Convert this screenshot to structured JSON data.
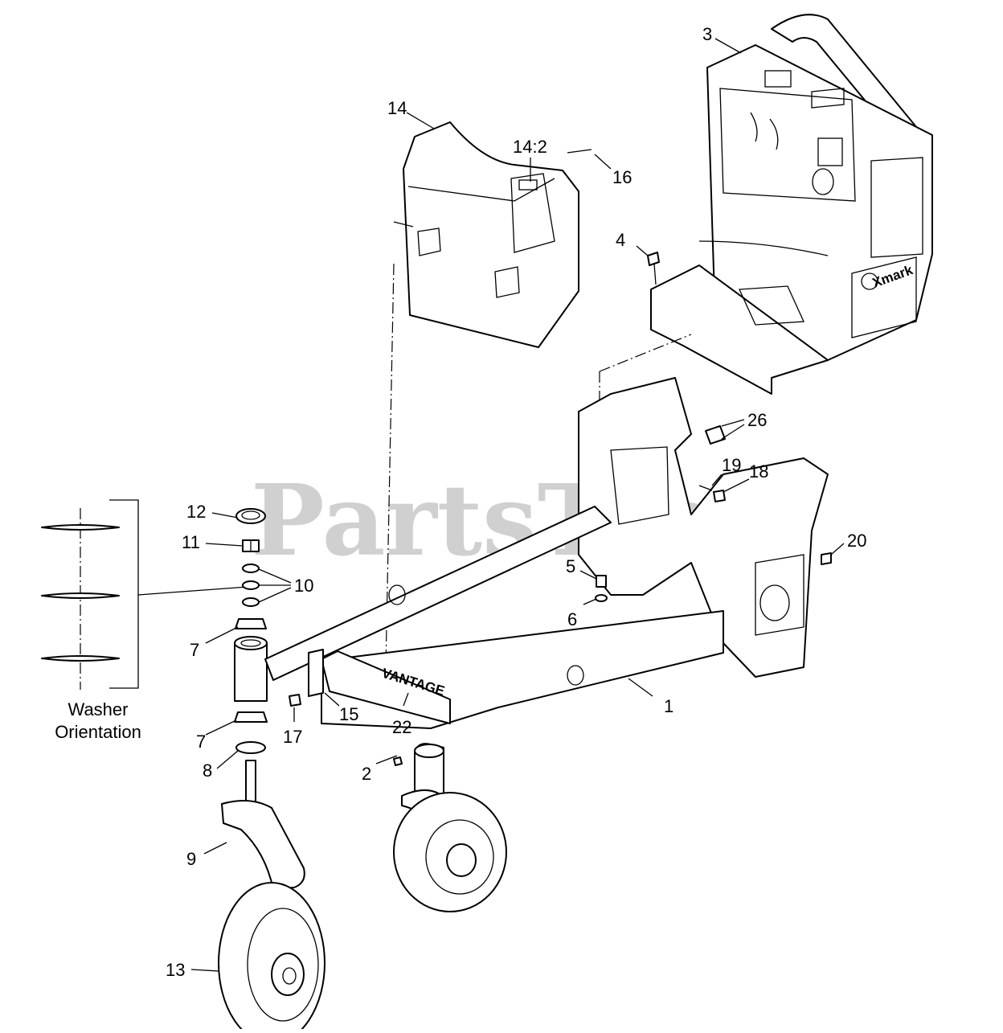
{
  "watermark": {
    "text": "PartsTree",
    "tm": "™"
  },
  "washer_orientation": {
    "line1": "Washer",
    "line2": "Orientation"
  },
  "decals": {
    "frame_brand": "VANTAGE",
    "console_brand": "Xmark"
  },
  "callouts": {
    "c1": "1",
    "c2": "2",
    "c3": "3",
    "c4": "4",
    "c5": "5",
    "c6": "6",
    "c7a": "7",
    "c7b": "7",
    "c8": "8",
    "c9": "9",
    "c10": "10",
    "c11": "11",
    "c12": "12",
    "c13": "13",
    "c14": "14",
    "c14_2": "14:2",
    "c15": "15",
    "c16": "16",
    "c17": "17",
    "c18": "18",
    "c19": "19",
    "c20": "20",
    "c22": "22",
    "c26": "26"
  }
}
